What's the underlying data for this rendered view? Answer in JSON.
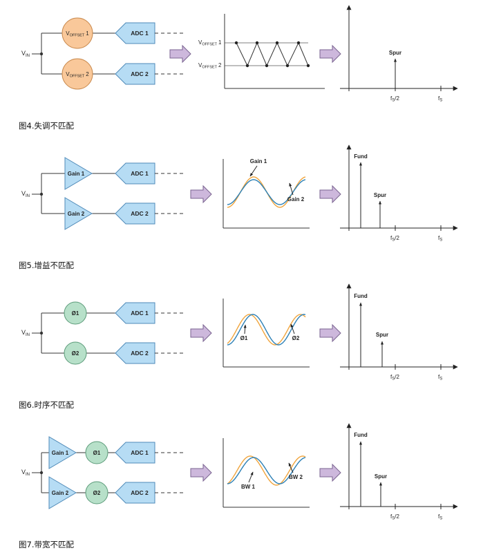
{
  "colors": {
    "orange_fill": "#f9c89a",
    "orange_stroke": "#c98a4e",
    "blue_fill": "#b6dcf4",
    "blue_stroke": "#4f8ab8",
    "green_fill": "#b7e0c9",
    "green_stroke": "#5a9a78",
    "arrow_fill": "#cdb8dc",
    "arrow_stroke": "#7a6390",
    "wave_orange": "#f0a43c",
    "wave_blue": "#2a7fb5"
  },
  "common": {
    "vin_main": "V",
    "vin_sub": "IN",
    "adc1": "ADC 1",
    "adc2": "ADC 2",
    "fs_main": "f",
    "fs_sub": "S",
    "fs2_main": "f",
    "fs2_sub": "S",
    "fs2_suffix": "/2",
    "fund": "Fund",
    "spur": "Spur"
  },
  "fig4": {
    "caption": "图4.失调不匹配",
    "voff_main": "V",
    "voff_sub": "OFFSET",
    "voff1_num": "1",
    "voff2_num": "2",
    "icons": [
      "voffset-1-circle",
      "voffset-2-circle",
      "adc-1-block",
      "adc-2-block",
      "process-arrow-icon"
    ]
  },
  "fig5": {
    "caption": "图5.增益不匹配",
    "gain1": "Gain 1",
    "gain2": "Gain 2",
    "wave_gain1": "Gain 1",
    "wave_gain2": "Gain 2"
  },
  "fig6": {
    "caption": "图6.时序不匹配",
    "phi1": "Ø1",
    "phi2": "Ø2",
    "wave_phi1": "Ø1",
    "wave_phi2": "Ø2"
  },
  "fig7": {
    "caption": "图7.带宽不匹配",
    "gain1": "Gain 1",
    "gain2": "Gain 2",
    "phi1": "Ø1",
    "phi2": "Ø2",
    "bw1": "BW 1",
    "bw2": "BW 2"
  }
}
